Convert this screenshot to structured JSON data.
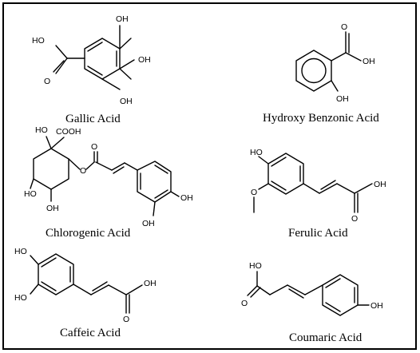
{
  "figure": {
    "compounds": [
      {
        "name": "Gallic Acid",
        "atoms": [
          "HO",
          "O",
          "OH",
          "OH",
          "OH"
        ]
      },
      {
        "name": "Hydroxy Benzonic Acid",
        "atoms": [
          "O",
          "OH",
          "OH"
        ]
      },
      {
        "name": "Chlorogenic Acid",
        "atoms": [
          "HO",
          "COOH",
          "HO",
          "OH",
          "O",
          "O",
          "OH",
          "OH"
        ]
      },
      {
        "name": "Ferulic Acid",
        "atoms": [
          "HO",
          "O",
          "O",
          "OH"
        ]
      },
      {
        "name": "Caffeic Acid",
        "atoms": [
          "HO",
          "HO",
          "OH",
          "O"
        ]
      },
      {
        "name": "Coumaric Acid",
        "atoms": [
          "HO",
          "O",
          "OH"
        ]
      }
    ]
  }
}
